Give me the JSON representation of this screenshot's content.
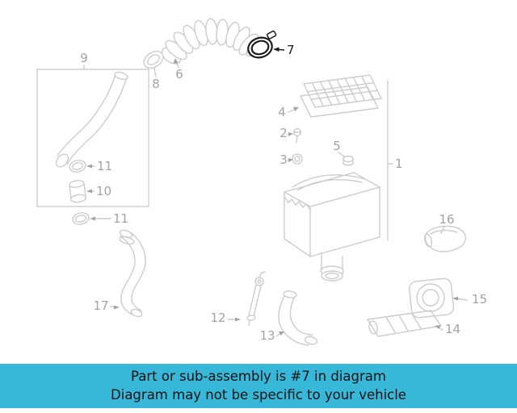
{
  "diagram": {
    "labels": [
      "9",
      "6",
      "8",
      "7",
      "4",
      "2",
      "3",
      "5",
      "1",
      "11",
      "10",
      "11",
      "16",
      "17",
      "12",
      "13",
      "15",
      "14"
    ]
  },
  "banner": {
    "line1": "Part or sub-assembly is #7 in diagram",
    "line2": "Diagram may not be specific to your vehicle"
  },
  "colors": {
    "banner_bg": "#38b8d8",
    "banner_text": "#111111",
    "line": "#cccccc",
    "label": "#a3a3a3",
    "highlight": "#1c1c1c"
  }
}
